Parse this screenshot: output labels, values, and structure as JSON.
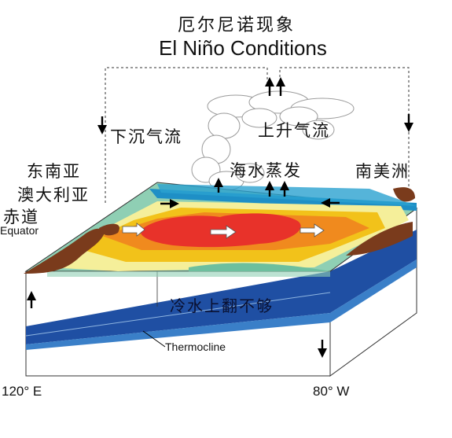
{
  "title": {
    "zh": "厄尔尼诺现象",
    "en": "El Niño Conditions"
  },
  "labels": {
    "downdraft": "下沉气流",
    "updraft": "上升气流",
    "evaporation": "海水蒸发",
    "southeast_asia": "东南亚",
    "australia": "澳大利亚",
    "equator_zh": "赤道",
    "equator_en": "Equator",
    "south_america": "南美洲",
    "upwelling": "冷水上翻不够",
    "thermocline": "Thermocline",
    "lon_west": "120° E",
    "lon_east": "80° W"
  },
  "colors": {
    "warm_core": "#e8322a",
    "warm": "#f08a1e",
    "mild": "#f2c21a",
    "pale": "#f5ef9a",
    "cool": "#8fcfb4",
    "cold": "#1e8fc6",
    "deep": "#1f4fa3",
    "land": "#7a3b1c"
  },
  "icons": {
    "arrows": "black-arrow-icon",
    "currents": "white-arrow-icon",
    "clouds": "cloud-icon"
  }
}
